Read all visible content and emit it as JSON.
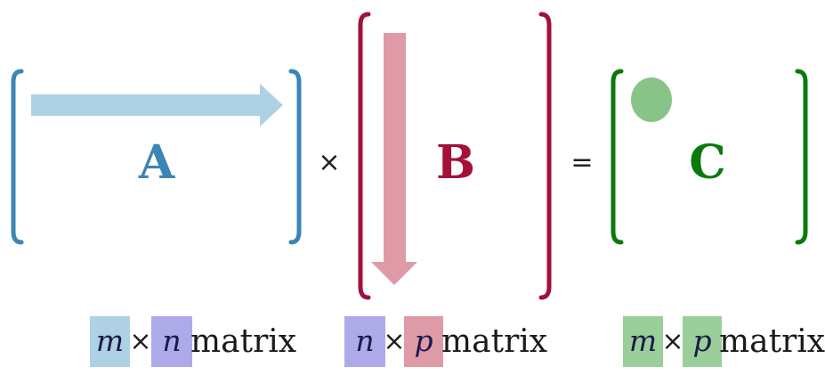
{
  "colors": {
    "a_bracket": "#3a86b4",
    "a_label": "#3a86b4",
    "a_arrow": "#aed1e4",
    "b_bracket": "#a3103a",
    "b_label": "#a3103a",
    "b_arrow": "#df9aa8",
    "c_bracket": "#0a7a0a",
    "c_label": "#0a7a0a",
    "c_dot": "#88c488",
    "m_box": "#aed1e4",
    "n_box": "#aeaaea",
    "p_box": "#df9aa8",
    "mc_box": "#9acf9a",
    "pc_box": "#9acf9a"
  },
  "matrices": {
    "a": {
      "label": "A"
    },
    "b": {
      "label": "B"
    },
    "c": {
      "label": "C"
    }
  },
  "operators": {
    "times": "×",
    "equals": "="
  },
  "dims": {
    "a": {
      "rows": "m",
      "times": "×",
      "cols": "n",
      "word": "matrix"
    },
    "b": {
      "rows": "n",
      "times": "×",
      "cols": "p",
      "word": "matrix"
    },
    "c": {
      "rows": "m",
      "times": "×",
      "cols": "p",
      "word": "matrix"
    }
  }
}
